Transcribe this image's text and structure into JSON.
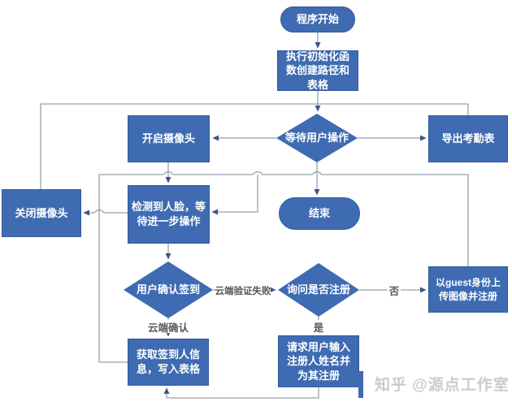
{
  "diagram": {
    "nodes": {
      "start": {
        "label": "程序开始",
        "shape": "terminator"
      },
      "init": {
        "label": "执行初始化函数创建路径和表格",
        "shape": "process"
      },
      "wait": {
        "label": "等待用户操作",
        "shape": "decision"
      },
      "open_camera": {
        "label": "开启摄像头",
        "shape": "process"
      },
      "export_sheet": {
        "label": "导出考勤表",
        "shape": "process"
      },
      "close_camera": {
        "label": "关闭摄像头",
        "shape": "process"
      },
      "detect_face": {
        "label": "检测到人脸，等待进一步操作",
        "shape": "process"
      },
      "end": {
        "label": "结束",
        "shape": "terminator"
      },
      "confirm_sign": {
        "label": "用户确认签到",
        "shape": "decision"
      },
      "ask_register": {
        "label": "询问是否注册",
        "shape": "decision"
      },
      "guest_upload": {
        "label": "以guest身份上传图像并注册",
        "shape": "process"
      },
      "fetch_info": {
        "label": "获取签到人信息，写入表格",
        "shape": "process"
      },
      "input_name": {
        "label": "请求用户输入注册人姓名并为其注册",
        "shape": "process"
      }
    },
    "edge_labels": {
      "cloud_verify_fail": "云端验证失败",
      "cloud_confirm": "云端确认",
      "yes": "是",
      "no": "否"
    },
    "colors": {
      "node_fill": "#3E6BB2",
      "node_border": "#345A9B",
      "line": "#98A0AC",
      "arrow": "#3D5583",
      "edge_label": "#595959"
    }
  },
  "watermark": {
    "text": "知乎 @源点工作室",
    "color": "#C8CCD2"
  }
}
